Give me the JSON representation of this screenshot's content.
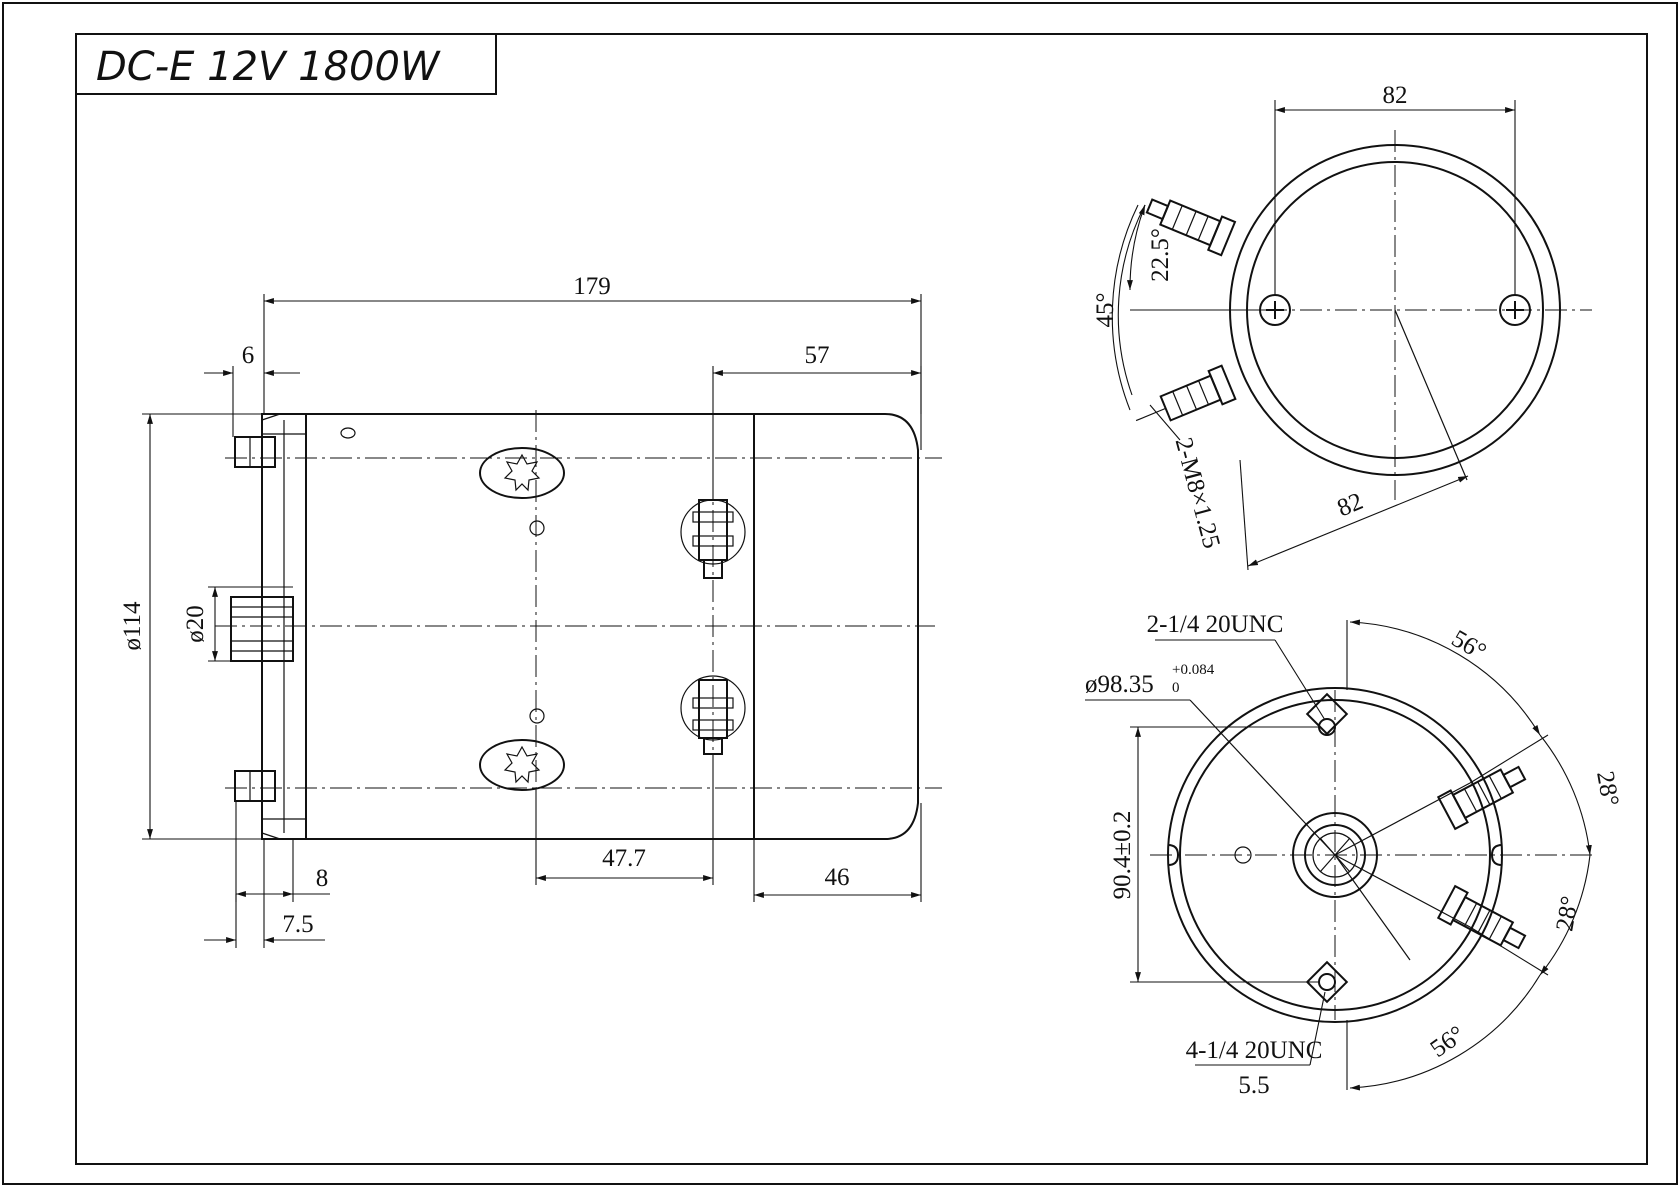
{
  "title": "DC-E 12V 1800W",
  "side_view": {
    "dim_overall_length": "179",
    "dim_flange": "6",
    "dim_rear_cap": "57",
    "dim_diameter": "ø114",
    "dim_shaft": "ø20",
    "dim_terminal_pos": "47.7",
    "dim_end_cap": "46",
    "dim_flange_thk": "8",
    "dim_shaft_len": "7.5"
  },
  "rear_view": {
    "dim_width": "82",
    "dim_diag": "82",
    "angle_small": "22.5°",
    "angle_large": "45°",
    "terminal_thread": "2-M8×1.25"
  },
  "front_view": {
    "hole_top": "2-1/4  20UNC",
    "pilot_dia": "ø98.35",
    "pilot_tol_upper": "+0.084",
    "pilot_tol_lower": "0",
    "bolt_spacing": "90.4±0.2",
    "angle_top": "56°",
    "angle_right_top": "28°",
    "angle_right_bottom": "28°",
    "angle_bottom": "56°",
    "hole_bottom": "4-1/4 20UNC",
    "dim_small": "5.5"
  },
  "colors": {
    "line": "#111111",
    "background": "#ffffff"
  }
}
